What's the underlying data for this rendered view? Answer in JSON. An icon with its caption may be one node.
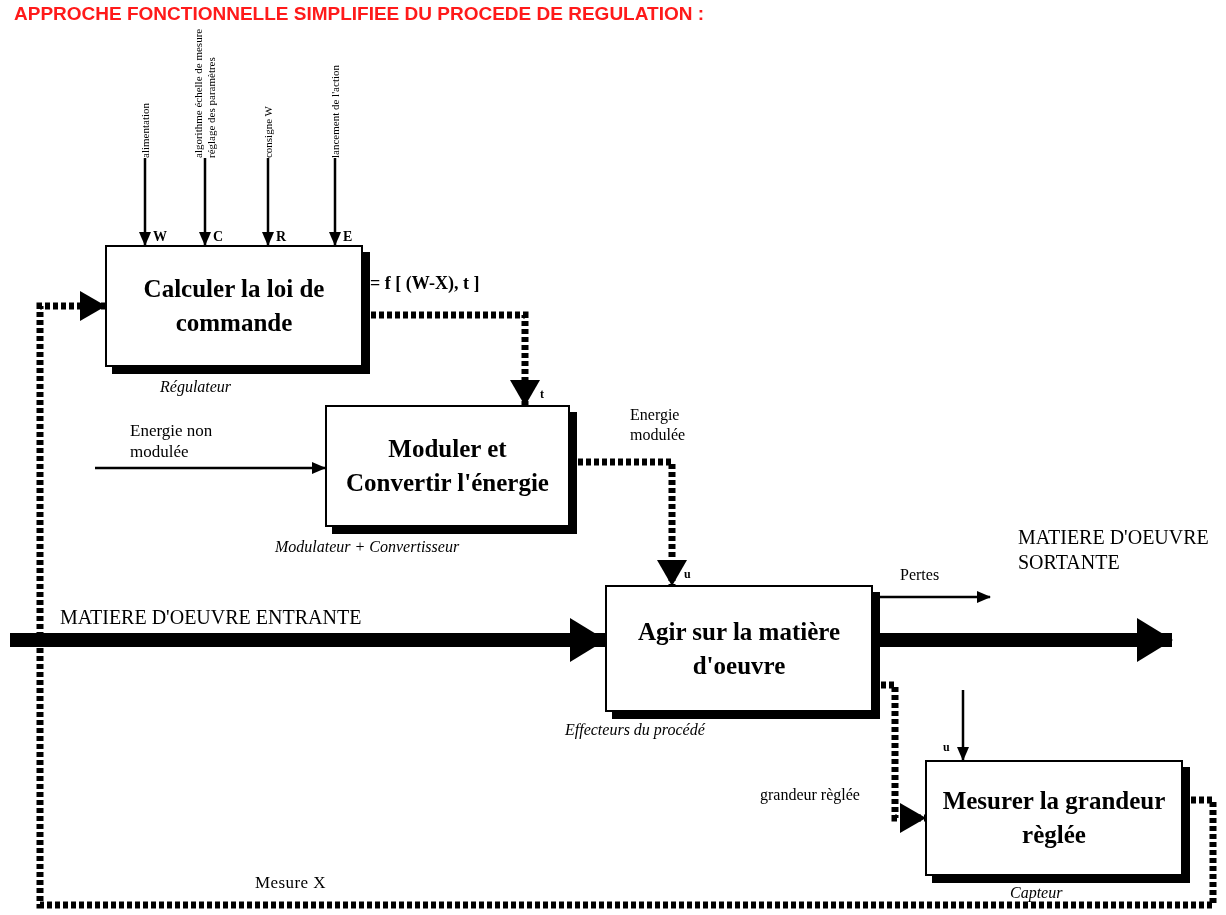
{
  "diagram": {
    "title": "APPROCHE FONCTIONNELLE SIMPLIFIEE DU PROCEDE DE REGULATION :",
    "nodes": [
      {
        "text": [
          "Calculer la loi de commande"
        ],
        "beside": [
          "Régulateur"
        ]
      },
      {
        "text": [
          "Moduler et Convertir l'énergie"
        ],
        "beside": [
          "Modulateur + Convertisseur"
        ]
      },
      {
        "text": [
          "Agir sur la matière d'oeuvre"
        ],
        "beside": [
          "Effecteurs du procédé"
        ]
      },
      {
        "text": [
          "Mesurer la grandeur règlée"
        ],
        "beside": [
          "Capteur"
        ]
      },
      {
        "text": [
          "alimentation"
        ]
      },
      {
        "text": [
          "algorithme échelle de mesure réglage des paramètres"
        ]
      },
      {
        "text": [
          "consigne W"
        ]
      },
      {
        "text": [
          "lancement de l'action"
        ]
      }
    ],
    "edges": [
      {
        "from": 4,
        "to": 0,
        "arrow": "to"
      },
      {
        "from": 5,
        "to": 0,
        "arrow": "to"
      },
      {
        "from": 6,
        "to": 0,
        "arrow": "to"
      },
      {
        "from": 7,
        "to": 0,
        "arrow": "to"
      },
      {
        "from": 0,
        "to": 1,
        "arrow": "to",
        "style": "dashed",
        "label": "= f [ (W-X), t ]"
      },
      {
        "from": null,
        "to": 1,
        "arrow": "to",
        "label": "Energie non modulée"
      },
      {
        "from": 1,
        "to": 2,
        "arrow": "to",
        "style": "dashed",
        "label": "Energie modulée"
      },
      {
        "from": null,
        "to": 2,
        "arrow": "to",
        "style": "thick",
        "label": "MATIERE D'OEUVRE ENTRANTE"
      },
      {
        "from": 2,
        "to": null,
        "arrow": "to",
        "label": "Pertes"
      },
      {
        "from": 2,
        "to": null,
        "arrow": "to",
        "style": "thick",
        "label": "MATIERE D'OEUVRE SORTANTE"
      },
      {
        "from": 2,
        "to": 3,
        "arrow": "to",
        "style": "dashed",
        "label": "grandeur règlée"
      },
      {
        "from": null,
        "to": 3,
        "arrow": "to"
      },
      {
        "from": 3,
        "to": 0,
        "arrow": "to",
        "style": "dashed",
        "label": "Mesure X"
      }
    ],
    "labels": [
      "W",
      "C",
      "R",
      "E",
      "t",
      "u",
      "u"
    ]
  }
}
